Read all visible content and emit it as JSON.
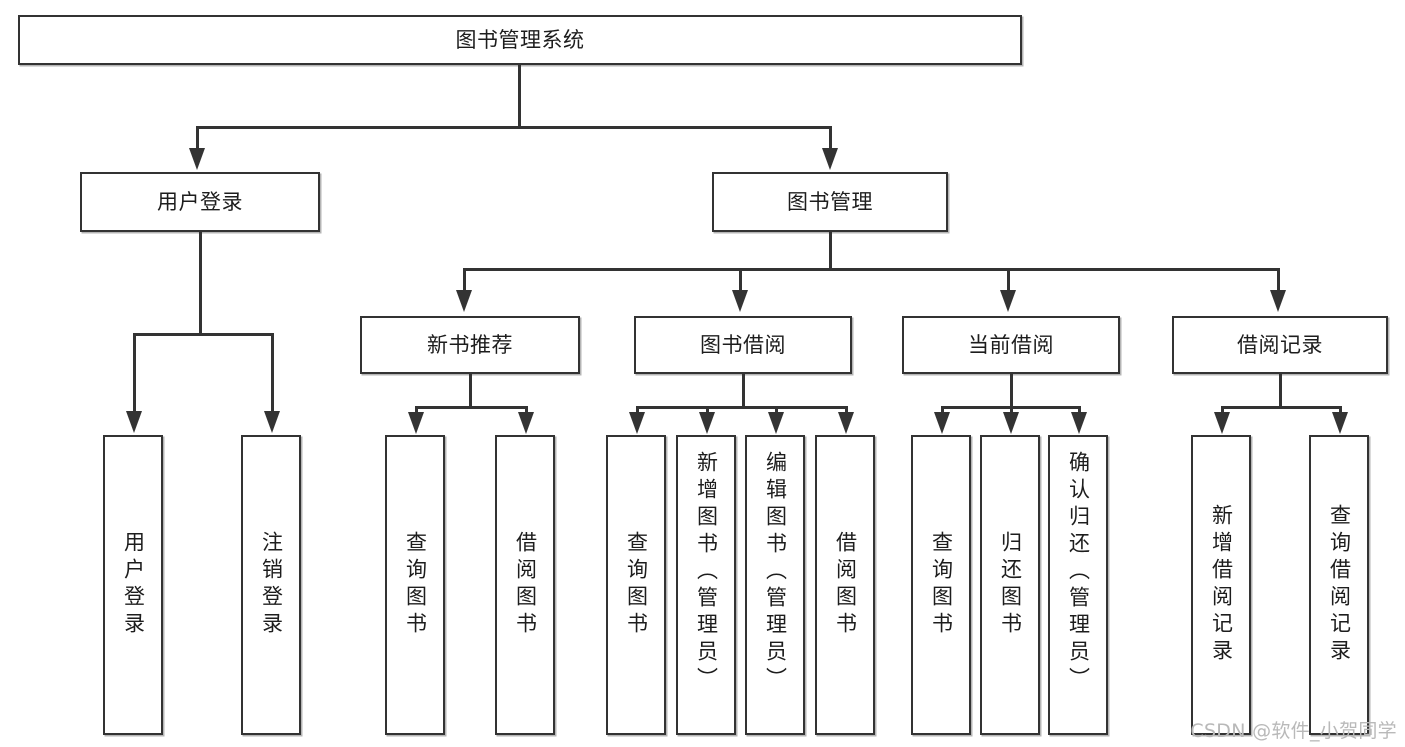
{
  "diagram": {
    "title": "图书管理系统",
    "type": "功能结构图",
    "watermark": "CSDN @软件_小贺同学",
    "style": {
      "border_color": "#333333",
      "background": "#ffffff",
      "text_color": "#1d1d1d",
      "watermark_color": "#b9b9b9"
    },
    "levels": {
      "root": {
        "label": "图书管理系统"
      },
      "level2": [
        {
          "label": "用户登录"
        },
        {
          "label": "图书管理"
        }
      ],
      "level3": [
        {
          "label": "新书推荐"
        },
        {
          "label": "图书借阅"
        },
        {
          "label": "当前借阅"
        },
        {
          "label": "借阅记录"
        }
      ],
      "leaves": {
        "user_login": [
          {
            "label": "用户登录"
          },
          {
            "label": "注销登录"
          }
        ],
        "new_book_recommend": [
          {
            "label": "查询图书"
          },
          {
            "label": "借阅图书"
          }
        ],
        "book_borrow": [
          {
            "label": "查询图书"
          },
          {
            "label": "新增图书（管理员）"
          },
          {
            "label": "编辑图书（管理员）"
          },
          {
            "label": "借阅图书"
          }
        ],
        "current_borrow": [
          {
            "label": "查询图书"
          },
          {
            "label": "归还图书"
          },
          {
            "label": "确认归还（管理员）"
          }
        ],
        "borrow_record": [
          {
            "label": "新增借阅记录"
          },
          {
            "label": "查询借阅记录"
          }
        ]
      }
    }
  }
}
